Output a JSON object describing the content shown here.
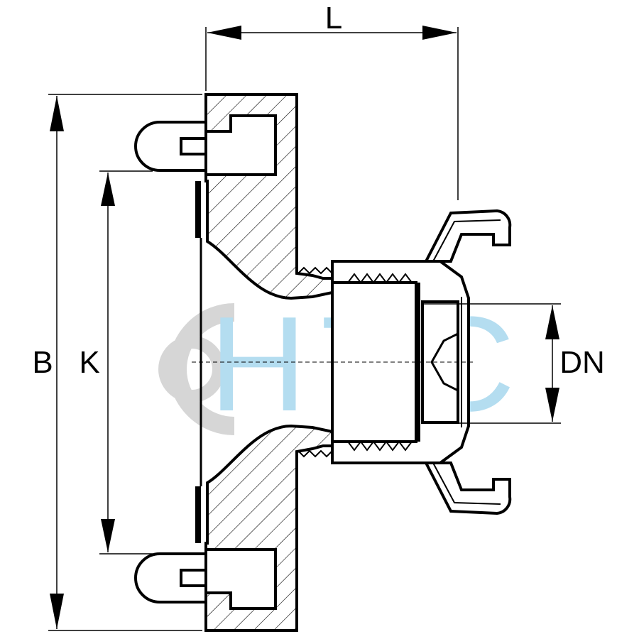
{
  "labels": {
    "length": "L",
    "outer_diameter": "B",
    "bolt_circle": "K",
    "nominal_diameter": "DN"
  },
  "watermark": {
    "text": "HTC",
    "letter_color": "#a8d8ee",
    "ring_color": "#cfcfcf"
  },
  "colors": {
    "line": "#000000",
    "background": "#ffffff"
  }
}
